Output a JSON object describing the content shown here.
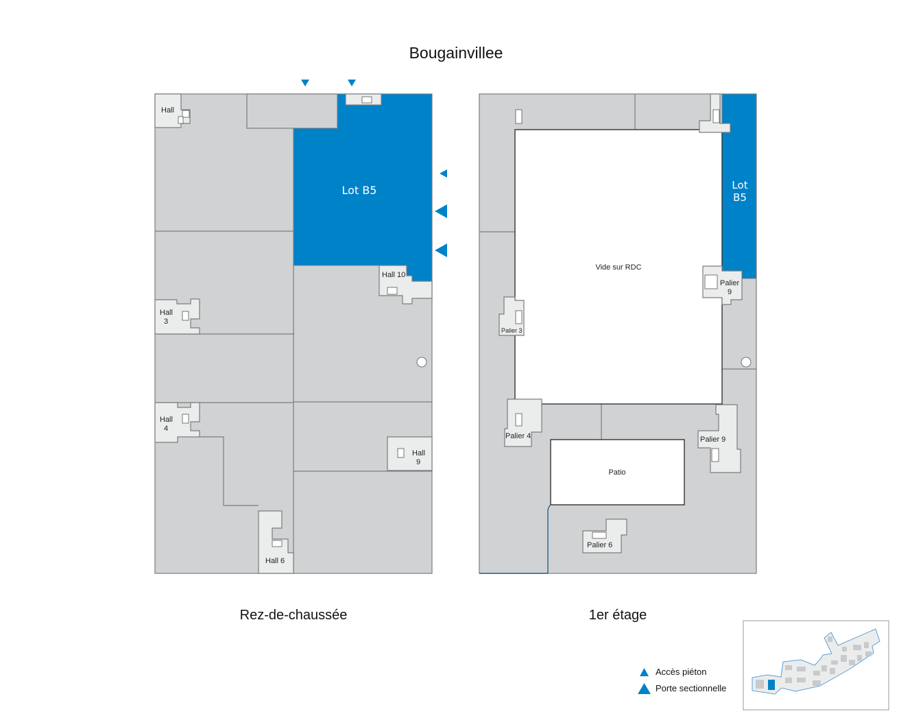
{
  "title": "Bougainvillee",
  "colors": {
    "lot": "#0082c8",
    "room": "#d1d2d4",
    "hall": "#ebecec"
  },
  "ground_floor": {
    "caption": "Rez-de-chaussée",
    "lot_label": "Lot B5",
    "halls": [
      "Hall",
      "Hall 10",
      "Hall",
      "3",
      "Hall",
      "4",
      "Hall",
      "9",
      "Hall 6"
    ]
  },
  "first_floor": {
    "caption": "1er étage",
    "lot_label_1": "Lot",
    "lot_label_2": "B5",
    "void_label": "Vide sur RDC",
    "patio_label": "Patio",
    "paliers": [
      "Palier",
      "9",
      "Palier 3",
      "Palier 4",
      "Palier 9",
      "Palier 6"
    ]
  },
  "legend": {
    "pedestrian": "Accès piéton",
    "sectional_door": "Porte sectionnelle"
  }
}
